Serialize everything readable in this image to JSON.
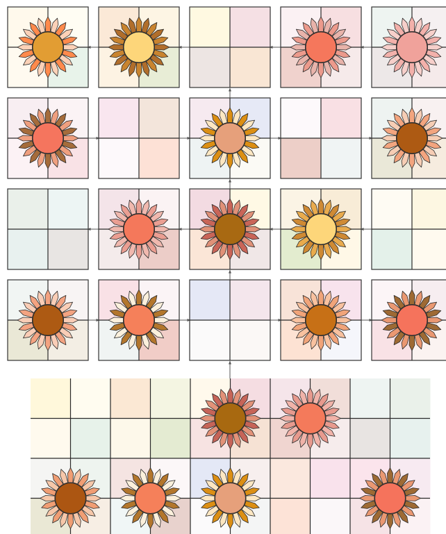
{
  "colors": {
    "line": "#2a2a2a",
    "arrow": "#555555"
  },
  "tiles": [
    {
      "id": "r1c1",
      "quads": [
        "#fff9ec",
        "#fffdf3",
        "#fffaf0",
        "#e8f3ea"
      ],
      "flower": {
        "petals": [
          "#ff8a4c",
          "#fbd1b7"
        ],
        "center": "#e29d33"
      }
    },
    {
      "id": "r1c2",
      "quads": [
        "#fbe9d7",
        "#fdf5e4",
        "#fdf3e3",
        "#e8edd6"
      ],
      "flower": {
        "petals": [
          "#c9842f",
          "#b16e2b"
        ],
        "center": "#fdd67a"
      }
    },
    {
      "id": "r1c3",
      "quads": [
        "#fff9e1",
        "#f5e0e4",
        "#ede5e3",
        "#f9e6d4"
      ],
      "flower": null
    },
    {
      "id": "r1c4",
      "quads": [
        "#fbf1f3",
        "#f7dfe1",
        "#f0d2cd",
        "#f6eaea"
      ],
      "flower": {
        "petals": [
          "#ec9a8c",
          "#e8b3aa"
        ],
        "center": "#f5775c"
      }
    },
    {
      "id": "r1c5",
      "quads": [
        "#eef4f1",
        "#f5f0f1",
        "#ede8e8",
        "#f5eaea"
      ],
      "flower": {
        "petals": [
          "#f3b1ab",
          "#f6cfca"
        ],
        "center": "#f0a29b"
      }
    },
    {
      "id": "r2c1",
      "quads": [
        "#f8eef2",
        "#fbf3f5",
        "#fcf2f5",
        "#f9e2e6"
      ],
      "flower": {
        "petals": [
          "#a56c3b",
          "#ef9f7f"
        ],
        "center": "#f5755e"
      }
    },
    {
      "id": "r2c2",
      "quads": [
        "#f9e6ef",
        "#f3e5db",
        "#fdf9fb",
        "#fde1d6"
      ],
      "flower": null
    },
    {
      "id": "r2c3",
      "quads": [
        "#f6eaf0",
        "#e6e9f6",
        "#eef3f3",
        "#fbfaf5"
      ],
      "flower": {
        "petals": [
          "#dc8f14",
          "#fde7c2"
        ],
        "center": "#e6a07b"
      }
    },
    {
      "id": "r2c4",
      "quads": [
        "#fdf9fb",
        "#f9e0e4",
        "#edcfc8",
        "#f0f4f4"
      ],
      "flower": null
    },
    {
      "id": "r2c5",
      "quads": [
        "#eef3f1",
        "#f8f1f1",
        "#eae8d8",
        "#f6ecdf"
      ],
      "flower": {
        "petals": [
          "#f3a57f",
          "#f6cdb4"
        ],
        "center": "#ad5a13"
      }
    },
    {
      "id": "r3c1",
      "quads": [
        "#eaf0ea",
        "#edf5f4",
        "#e8f1ef",
        "#e8e5e3"
      ],
      "flower": null
    },
    {
      "id": "r3c2",
      "quads": [
        "#f4e4e9",
        "#fbf3f4",
        "#f4ebeb",
        "#eccdc8"
      ],
      "flower": {
        "petals": [
          "#ea9e92",
          "#f0b8ae"
        ],
        "center": "#f4785b"
      }
    },
    {
      "id": "r3c3",
      "quads": [
        "#f3dbe2",
        "#fff9e5",
        "#fbe6d7",
        "#f0e7e7"
      ],
      "flower": {
        "petals": [
          "#c96558",
          "#e09178"
        ],
        "center": "#a86912"
      }
    },
    {
      "id": "r3c4",
      "quads": [
        "#fbf4e5",
        "#f8ecd7",
        "#e3eccf",
        "#fff8e7"
      ],
      "flower": {
        "petals": [
          "#cf8a34",
          "#e9ab4d"
        ],
        "center": "#fdd67a"
      }
    },
    {
      "id": "r3c5",
      "quads": [
        "#fefbf3",
        "#fdf7e2",
        "#e4f1ea",
        "#fffaef"
      ],
      "flower": null
    },
    {
      "id": "r4c1",
      "quads": [
        "#f1f5f3",
        "#f8f4f4",
        "#eae8d6",
        "#f3eee4"
      ],
      "flower": {
        "petals": [
          "#f3a381",
          "#f9cdb6"
        ],
        "center": "#ad5a13"
      }
    },
    {
      "id": "r4c2",
      "quads": [
        "#f9e1e6",
        "#fbf4f6",
        "#f0f4f3",
        "#f1cdc7"
      ],
      "flower": {
        "petals": [
          "#b3762c",
          "#fbf0dc"
        ],
        "center": "#f5805a"
      }
    },
    {
      "id": "r4c3",
      "quads": [
        "#e5e8f6",
        "#f4e6ec",
        "#fbfafa",
        "#fbf8f6"
      ],
      "flower": null
    },
    {
      "id": "r4c4",
      "quads": [
        "#f8e3d8",
        "#f8e3ed",
        "#fde2d3",
        "#f5f6fb"
      ],
      "flower": {
        "petals": [
          "#f1a47a",
          "#f8c19f"
        ],
        "center": "#c77016"
      }
    },
    {
      "id": "r4c5",
      "quads": [
        "#fcf5f7",
        "#f6edf0",
        "#f9e2e6",
        "#fbf3f1"
      ],
      "flower": {
        "petals": [
          "#9e6a34",
          "#ea9872"
        ],
        "center": "#f5735c"
      }
    }
  ],
  "bottom": {
    "cells": [
      [
        "#fff8db",
        "#fffcf0",
        "#fbe8d4",
        "#f4f5e2",
        "#fff9ec",
        "#f5dde2",
        "#f5e5ea",
        "#f1ded9",
        "#eef4f2",
        "#eaf1ea"
      ],
      [
        "#fffaee",
        "#e7f2ea",
        "#fdf8ea",
        "#e4ebd2",
        "#f7e3e2",
        "#f6e2d4",
        "#f0d5d0",
        "#f6ecec",
        "#e8e4e2",
        "#e7f1ee"
      ],
      [
        "#f5f5f3",
        "#eef4ef",
        "#f5e4e2",
        "#fcf7f8",
        "#e4e8f6",
        "#f7efee",
        "#fbe8de",
        "#f9e2ec",
        "#fbe4ec",
        "#f7eaf1"
      ],
      [
        "#eae8d5",
        "#f7eee4",
        "#f0f6f6",
        "#e8d2cd",
        "#fbfafb",
        "#f4f5f5",
        "#fde3d7",
        "#fbf7f9",
        "#f6e3e6",
        "#fbf2f4"
      ]
    ],
    "flowers": [
      {
        "id": "b-top-a",
        "petals": [
          "#c66458",
          "#e29278"
        ],
        "center": "#a86910"
      },
      {
        "id": "b-top-b",
        "petals": [
          "#e79a8e",
          "#f1b3a9"
        ],
        "center": "#f47a5b"
      },
      {
        "id": "b-bot-a",
        "petals": [
          "#f09e74",
          "#f6c7a9"
        ],
        "center": "#ac5612"
      },
      {
        "id": "b-bot-b",
        "petals": [
          "#b3762c",
          "#fbf0dc"
        ],
        "center": "#f5805a"
      },
      {
        "id": "b-bot-c",
        "petals": [
          "#dc8f14",
          "#fde7c2"
        ],
        "center": "#e6a07b"
      },
      {
        "id": "b-bot-d",
        "petals": [
          "#9e6a34",
          "#ea9872"
        ],
        "center": "#f5735c"
      }
    ]
  }
}
